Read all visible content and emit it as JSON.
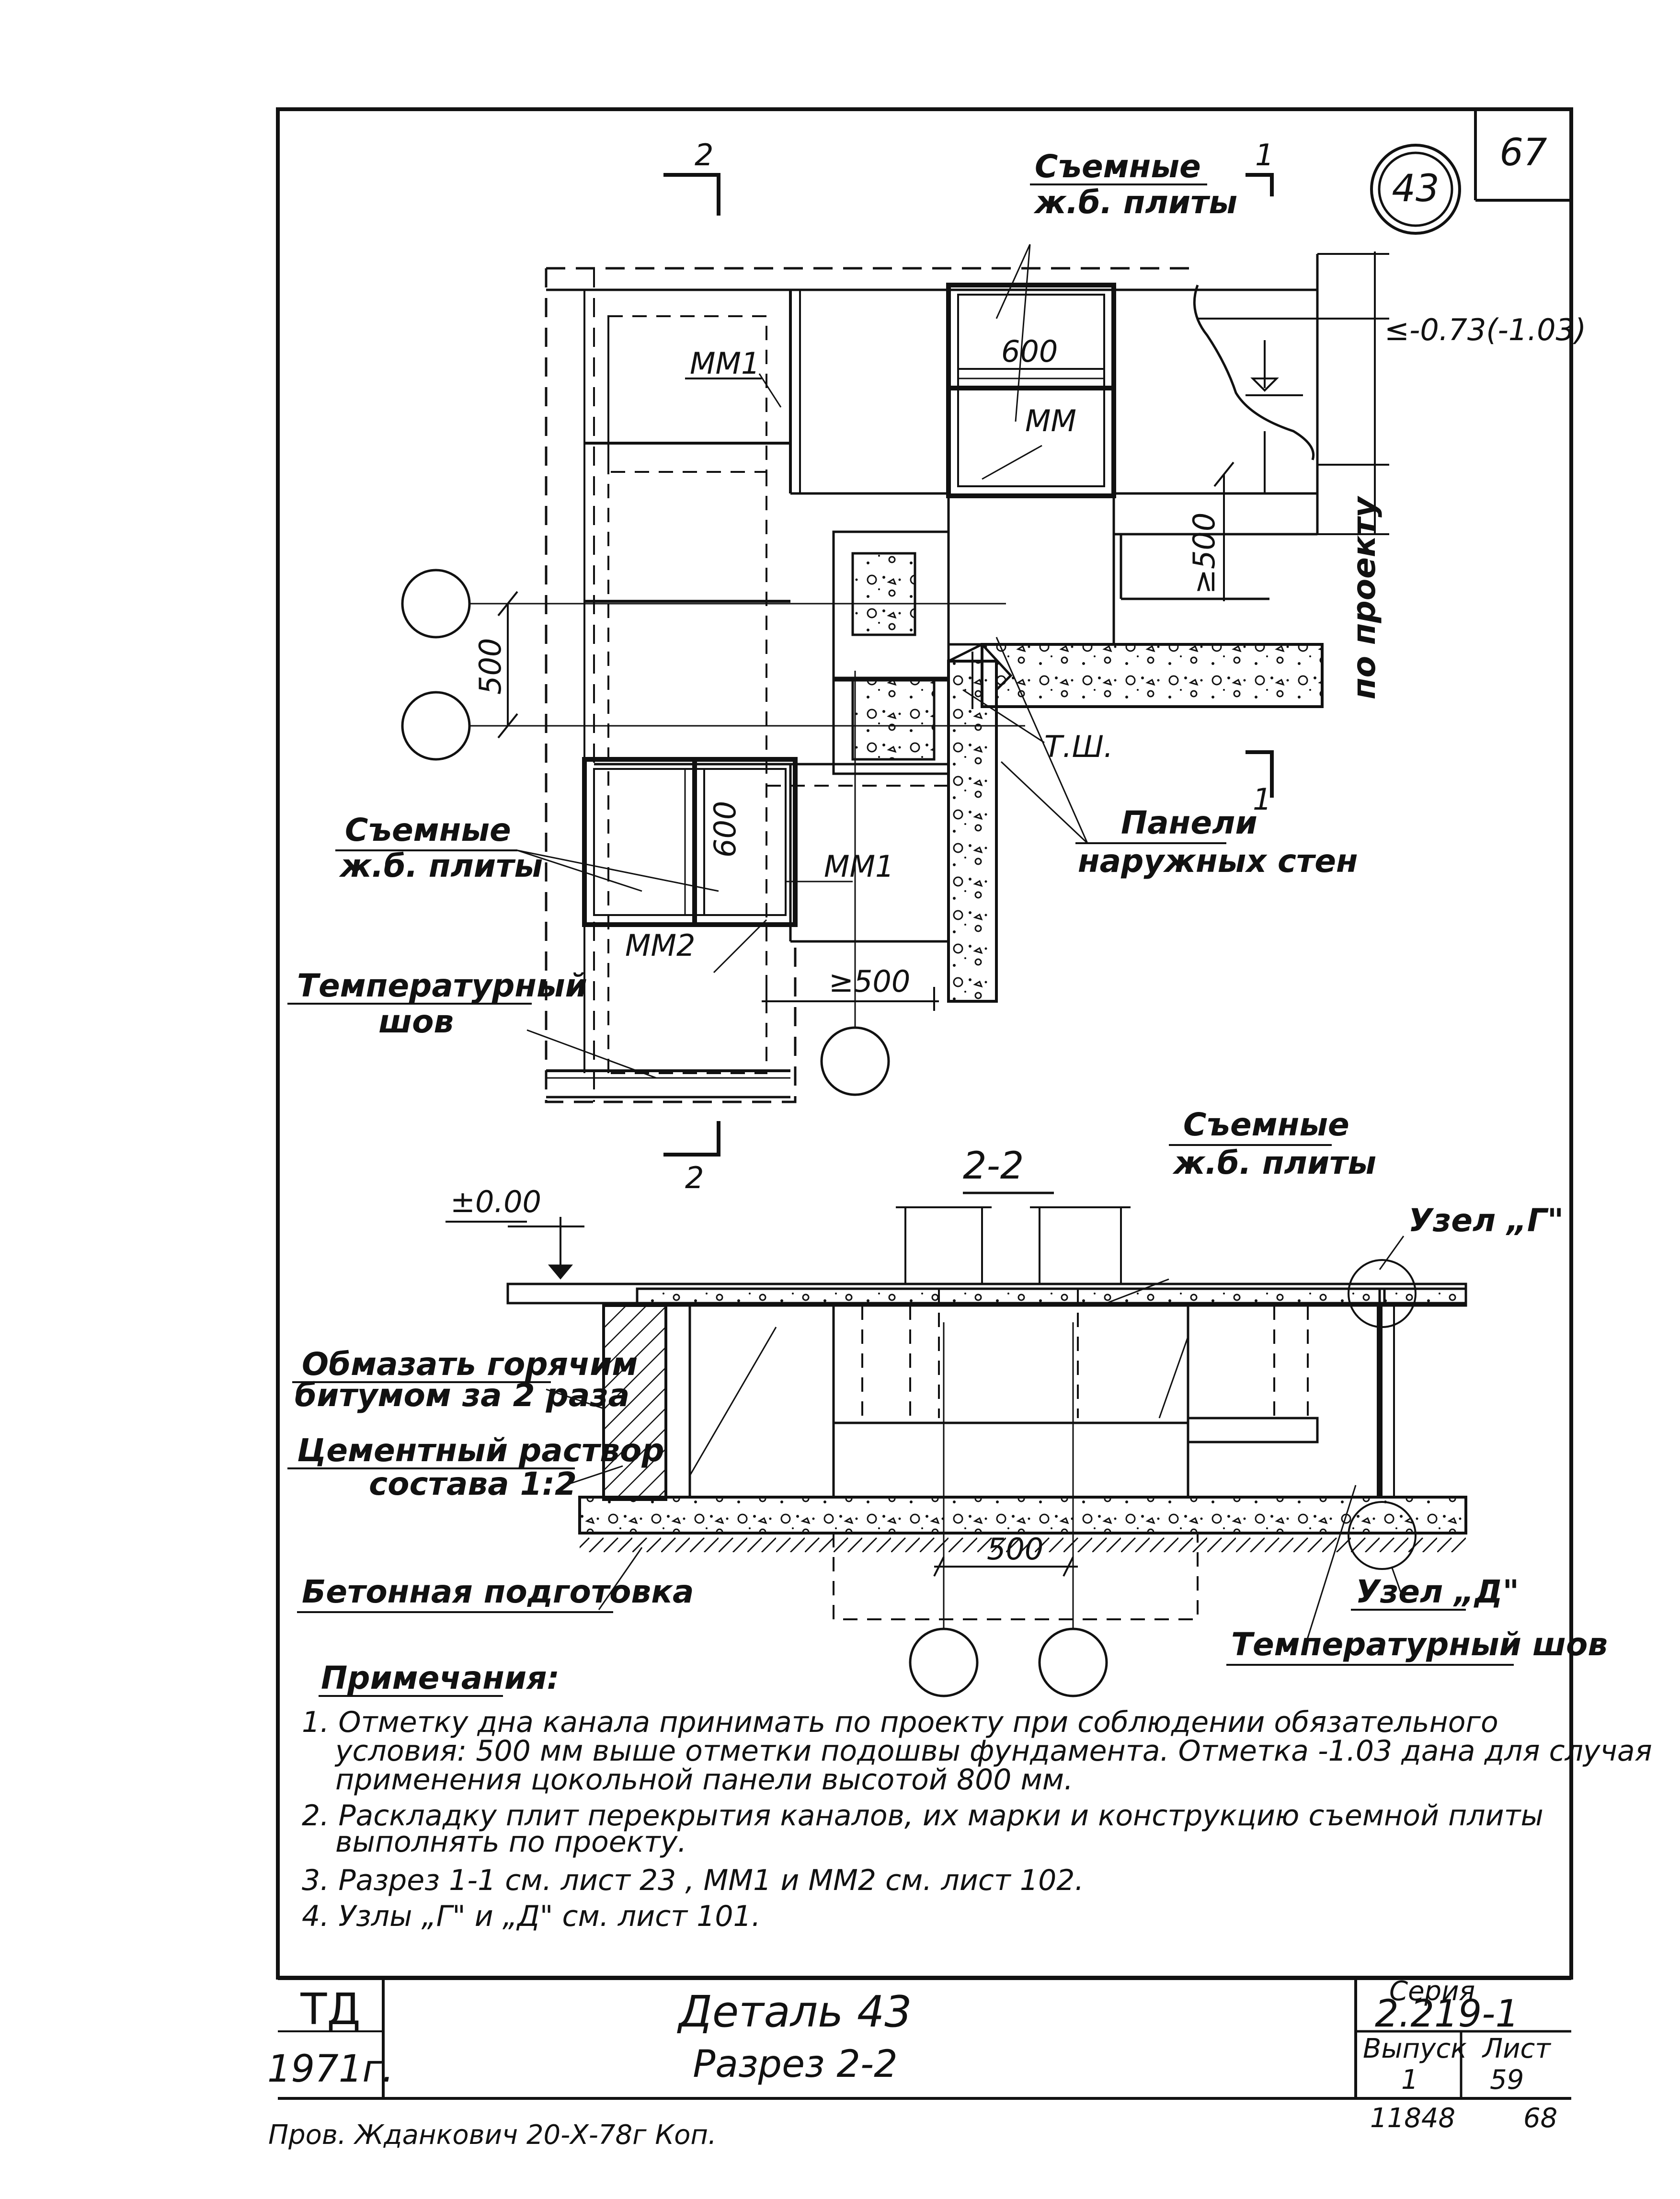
{
  "sheet": {
    "corner_number": "67",
    "detail_circle": "43",
    "footer_number": "68",
    "archive_number": "11848",
    "signature_line": "Пров. Жданкович 20-Х-78г Коп."
  },
  "plan": {
    "section_2": "2",
    "section_1": "1",
    "removable_slabs_top": [
      "Съемные",
      "ж.б. плиты"
    ],
    "removable_slabs_left": [
      "Съемные",
      "ж.б. плиты"
    ],
    "mm1_top": "ММ1",
    "mm": "ММ",
    "mm1_mid": "ММ1",
    "mm2": "ММ2",
    "dim_600_top": "600",
    "dim_600_left": "600",
    "dim_500_left": "500",
    "dim_500_bottom": "≥500",
    "dim_500_right": "≥500",
    "level_right": "≤-0.73(-1.03)",
    "po_proektu": "по проекту",
    "tsh": "Т.Ш.",
    "panels": [
      "Панели",
      "наружных стен"
    ],
    "temp_seam": [
      "Температурный",
      "шов"
    ]
  },
  "section": {
    "title": "2-2",
    "level_zero": "±0.00",
    "removable_slabs": [
      "Съемные",
      "ж.б. плиты"
    ],
    "node_g": "Узел „Г\"",
    "node_d": "Узел „Д\"",
    "bitumen": [
      "Обмазать горячим",
      "битумом за 2 раза"
    ],
    "mortar": [
      "Цементный раствор",
      "состава 1:2"
    ],
    "concrete_prep": "Бетонная подготовка",
    "temp_seam": "Температурный шов",
    "dim_500": "500"
  },
  "notes": {
    "heading": "Примечания:",
    "items": [
      "1. Отметку дна канала принимать по проекту при соблюдении обязательного",
      "условия: 500 мм выше отметки подошвы фундамента. Отметка -1.03 дана для случая",
      "применения цокольной панели высотой 800 мм.",
      "2. Раскладку плит перекрытия каналов, их марки и конструкцию съемной плиты",
      "выполнять по проекту.",
      "3. Разрез 1-1 см. лист 23 , ММ1 и ММ2 см. лист 102.",
      "4. Узлы „Г\" и „Д\" см. лист 101."
    ]
  },
  "title_block": {
    "org": "ТД",
    "year": "1971г.",
    "title_line1": "Деталь 43",
    "title_line2": "Разрез 2-2",
    "series_label": "Серия",
    "series_value": "2.219-1",
    "issue_label": "Выпуск",
    "issue_value": "1",
    "sheet_label": "Лист",
    "sheet_value": "59"
  }
}
